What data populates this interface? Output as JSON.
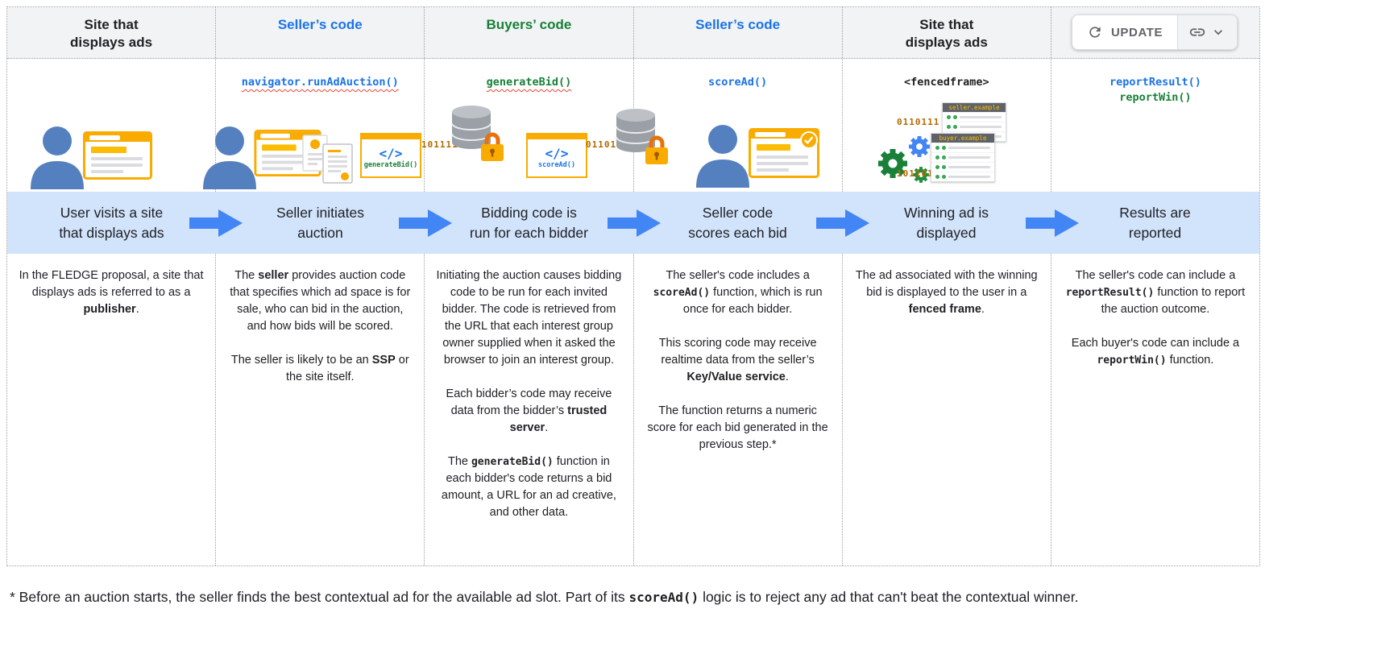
{
  "colors": {
    "header_bg": "#f1f3f4",
    "banner_bg": "#d2e3fc",
    "arrow_blue": "#4285f4",
    "seller_blue": "#1a73e8",
    "buyer_green": "#188038",
    "text": "#202124",
    "icon_yellow": "#f9ab00",
    "lock_orange": "#e8710a",
    "person_blue": "#5580c0",
    "database_gray": "#9aa0a6",
    "binary_brown": "#b26a00"
  },
  "update_controls": {
    "update_label": "UPDATE",
    "icons": [
      "refresh-icon",
      "link-icon",
      "chevron-down-icon"
    ]
  },
  "columns": [
    {
      "header": "Site that\ndisplays ads",
      "step": "User visits a site\nthat displays ads",
      "icons": [
        "person-icon",
        "browser-window-icon"
      ],
      "description": [
        [
          {
            "t": "In the FLEDGE proposal, a site that displays ads is referred to as a "
          },
          {
            "t": "publisher",
            "b": true
          },
          {
            "t": "."
          }
        ]
      ]
    },
    {
      "header": "Seller’s code",
      "code_label": "navigator.runAdAuction()",
      "step": "Seller initiates\nauction",
      "icons": [
        "person-icon",
        "browser-window-icon",
        "auction-docs-icon"
      ],
      "description": [
        [
          {
            "t": "The "
          },
          {
            "t": "seller",
            "b": true
          },
          {
            "t": " provides auction code that specifies which ad space is for sale, who can bid in the auction, and how bids will be scored."
          }
        ],
        [
          {
            "t": "The seller is likely to be an "
          },
          {
            "t": "SSP",
            "b": true
          },
          {
            "t": " or the site itself."
          }
        ]
      ]
    },
    {
      "header": "Buyers’ code",
      "code_label": "generateBid()",
      "step": "Bidding code is\nrun for each bidder",
      "icons": [
        "code-file-icon",
        "binary-data",
        "database-icon",
        "lock-icon"
      ],
      "description": [
        [
          {
            "t": "Initiating the auction causes bidding code to be run for each invited bidder.  The code is retrieved from the URL that each interest group owner supplied when it asked the browser to join an interest group."
          }
        ],
        [
          {
            "t": "Each bidder’s code may receive data from the bidder’s "
          },
          {
            "t": "trusted server",
            "b": true
          },
          {
            "t": "."
          }
        ],
        [
          {
            "t": "The "
          },
          {
            "t": "generateBid()",
            "b": true,
            "c": true
          },
          {
            "t": " function in each bidder's code returns a bid amount, a URL for an ad creative, and other data."
          }
        ]
      ]
    },
    {
      "header": "Seller’s code",
      "code_label": "scoreAd()",
      "step": "Seller code\nscores each bid",
      "icons": [
        "code-file-icon",
        "binary-data",
        "database-icon",
        "lock-icon",
        "person-icon",
        "browser-ad-icon"
      ],
      "description": [
        [
          {
            "t": "The seller's code includes a "
          },
          {
            "t": "scoreAd()",
            "b": true,
            "c": true
          },
          {
            "t": " function, which is run once for each bidder."
          }
        ],
        [
          {
            "t": "This scoring code may receive realtime data from the seller’s "
          },
          {
            "t": "Key/Value service",
            "b": true
          },
          {
            "t": "."
          }
        ],
        [
          {
            "t": "The function returns a numeric score for each bid generated in the previous step.*"
          }
        ]
      ]
    },
    {
      "header": "Site that\ndisplays ads",
      "code_label": "<fencedframe>",
      "step": "Winning ad is\ndisplayed",
      "icons": [
        "gears-icon",
        "binary-data",
        "server-list-icon"
      ],
      "description": [
        [
          {
            "t": "The ad associated with the winning bid is displayed to the user in a "
          },
          {
            "t": "fenced frame",
            "b": true
          },
          {
            "t": "."
          }
        ]
      ]
    },
    {
      "header": "Seller’s code",
      "header2": "Buyers’ code",
      "code_label": "reportResult()",
      "code_label2": "reportWin()",
      "step": "Results are\nreported",
      "icons": [],
      "description": [
        [
          {
            "t": "The seller's code can include a "
          },
          {
            "t": "reportResult()",
            "b": true,
            "c": true
          },
          {
            "t": " function to report the auction outcome."
          }
        ],
        [
          {
            "t": "Each buyer's code can include a "
          },
          {
            "t": "reportWin()",
            "b": true,
            "c": true
          },
          {
            "t": " function."
          }
        ]
      ]
    }
  ],
  "icon_labels": {
    "generate_bid_box": "generateBid()",
    "score_ad_box": "scoreAd()",
    "binary_1": "1011110",
    "binary_2": "0110111",
    "binary_3": "0110111",
    "binary_4": "1011011",
    "server_list_1": "seller.example",
    "server_list_2": "buyer.example"
  },
  "footnote": [
    {
      "t": "* Before an auction starts, the seller finds the best contextual ad for the available ad slot. Part of its "
    },
    {
      "t": "scoreAd()",
      "b": true,
      "c": true
    },
    {
      "t": " logic is to reject any ad that can't beat the contextual winner."
    }
  ]
}
